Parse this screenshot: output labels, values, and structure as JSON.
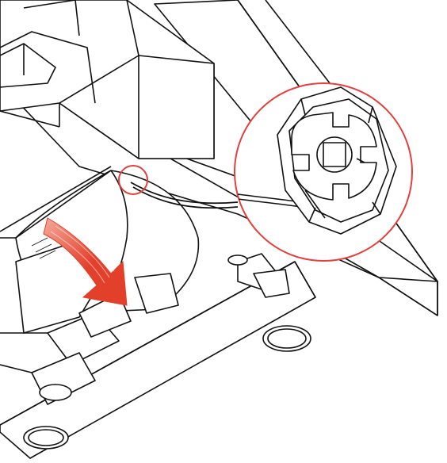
{
  "diagram": {
    "style": "black line-art assembly illustration",
    "colors": {
      "line": "#111111",
      "fill": "#ffffff",
      "callout": "#e2403e",
      "arrow": "#e3402b",
      "arrow_fade": "#f4a99a"
    },
    "callout": {
      "shape": "circle",
      "target": "connector-socket-detail"
    },
    "arrow": {
      "direction": "down-right"
    }
  }
}
